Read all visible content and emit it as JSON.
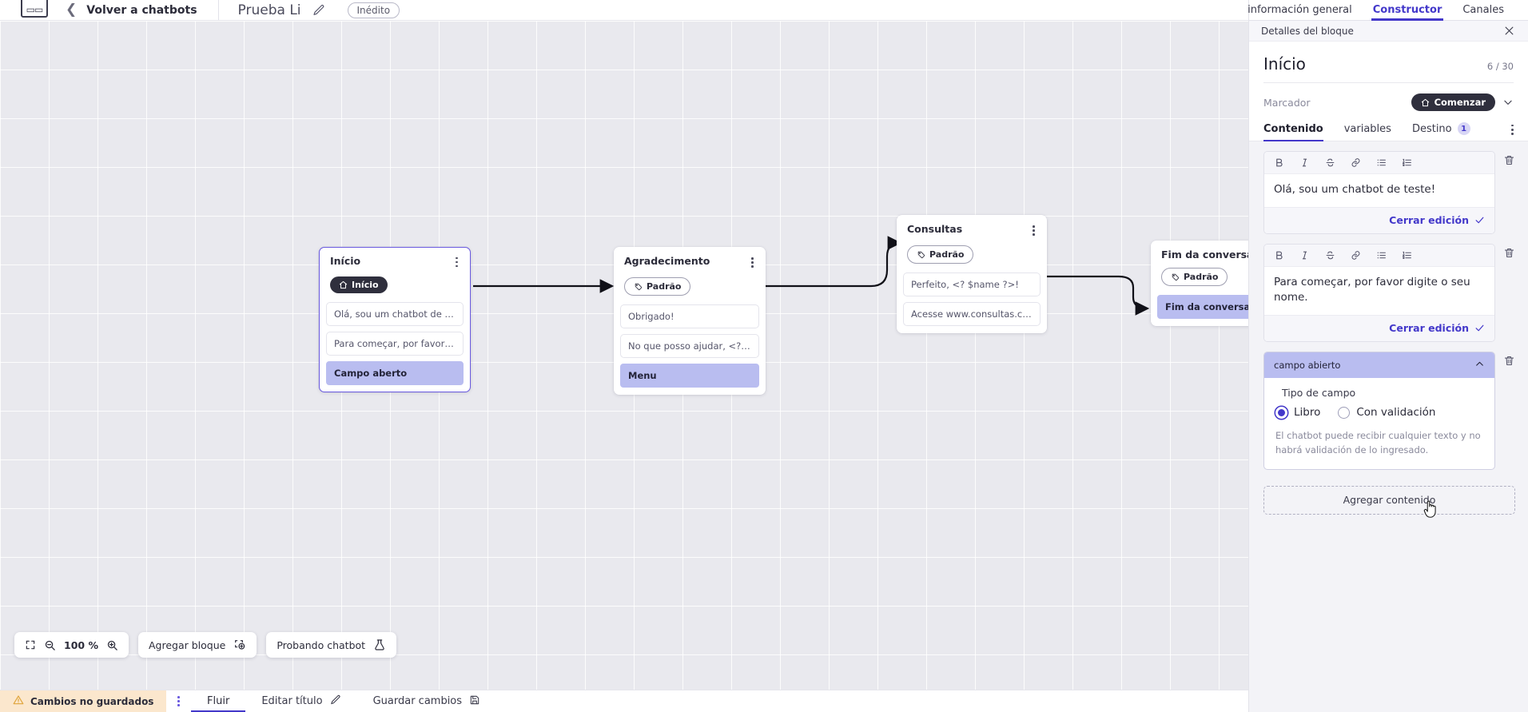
{
  "topbar": {
    "logo": "logo-mark",
    "back_label": "Volver a chatbots",
    "bot_title": "Prueba Li",
    "edit_icon": "pencil-icon",
    "status_pill": "Inédito"
  },
  "canvas": {
    "nodes": [
      {
        "title": "Início",
        "badge": "Início",
        "badge_icon": "home-icon",
        "badge_type": "start",
        "selected": true,
        "rows": [
          {
            "text": "Olá, sou um chatbot de teste!",
            "accent": false
          },
          {
            "text": "Para começar, por favor digite o ...",
            "accent": false
          },
          {
            "text": "Campo aberto",
            "accent": true
          }
        ]
      },
      {
        "title": "Agradecimento",
        "badge": "Padrão",
        "badge_icon": "tag-icon",
        "badge_type": "default",
        "selected": false,
        "rows": [
          {
            "text": "Obrigado!",
            "accent": false
          },
          {
            "text": "No que posso ajudar, <? $name ...",
            "accent": false
          },
          {
            "text": "Menu",
            "accent": true
          }
        ]
      },
      {
        "title": "Consultas",
        "badge": "Padrão",
        "badge_icon": "tag-icon",
        "badge_type": "default",
        "selected": false,
        "rows": [
          {
            "text": "Perfeito, <? $name ?>!",
            "accent": false
          },
          {
            "text": "Acesse www.consultas.com par...",
            "accent": false
          }
        ]
      },
      {
        "title": "Fim da conversa",
        "badge": "Padrão",
        "badge_icon": "tag-icon",
        "badge_type": "default",
        "selected": false,
        "rows": [
          {
            "text": "Fim da conversa",
            "accent": true
          }
        ]
      }
    ]
  },
  "floatbar": {
    "fit_icon": "fit-screen-icon",
    "zoom_out_icon": "zoom-out-icon",
    "zoom_level": "100 %",
    "zoom_in_icon": "zoom-in-icon",
    "add_block_label": "Agregar bloque",
    "add_block_icon": "add-block-icon",
    "test_label": "Probando chatbot",
    "test_icon": "flask-icon"
  },
  "statusbar": {
    "unsaved_label": "Cambios no guardados",
    "warning_icon": "warning-icon",
    "kebab_icon": "kebab-icon",
    "flow_label": "Fluir",
    "edit_title_label": "Editar título",
    "edit_title_icon": "pencil-icon",
    "save_label": "Guardar cambios",
    "save_icon": "save-icon"
  },
  "panel": {
    "tabs": [
      {
        "label": "información general",
        "active": false
      },
      {
        "label": "Constructor",
        "active": true
      },
      {
        "label": "Canales",
        "active": false
      }
    ],
    "subhead_title": "Detalles del bloque",
    "close_icon": "close-icon",
    "block_title": "Início",
    "char_count": "6 / 30",
    "marker_label": "Marcador",
    "marker_value": "Comenzar",
    "marker_icon": "home-icon",
    "marker_chevron": "chevron-down-icon",
    "inner_tabs": [
      {
        "label": "Contenido",
        "active": true,
        "badge": null
      },
      {
        "label": "variables",
        "active": false,
        "badge": null
      },
      {
        "label": "Destino",
        "active": false,
        "badge": "1"
      }
    ],
    "more_icon": "kebab-icon",
    "rte_tools": [
      "bold-icon",
      "italic-icon",
      "strikethrough-icon",
      "link-icon",
      "bullet-list-icon",
      "numbered-list-icon"
    ],
    "content_cards": [
      {
        "text": "Olá, sou um chatbot de teste!",
        "footer": "Cerrar edición",
        "footer_icon": "check-icon",
        "delete_icon": "trash-icon"
      },
      {
        "text": "Para começar, por favor digite o seu nome.",
        "footer": "Cerrar edición",
        "footer_icon": "check-icon",
        "delete_icon": "trash-icon"
      }
    ],
    "field_block": {
      "header": "campo abierto",
      "collapse_icon": "chevron-up-icon",
      "delete_icon": "trash-icon",
      "sublabel": "Tipo de campo",
      "options": [
        {
          "label": "Libro",
          "selected": true
        },
        {
          "label": "Con validación",
          "selected": false
        }
      ],
      "help": "El chatbot puede recibir cualquier texto y no habrá validación de lo ingresado."
    },
    "add_content_label": "Agregar contenido"
  },
  "colors": {
    "accent": "#4338ca",
    "node_accent": "#b9bdf0",
    "warning_bg": "#fbe7cd",
    "dark_pill": "#2f2f3d"
  }
}
